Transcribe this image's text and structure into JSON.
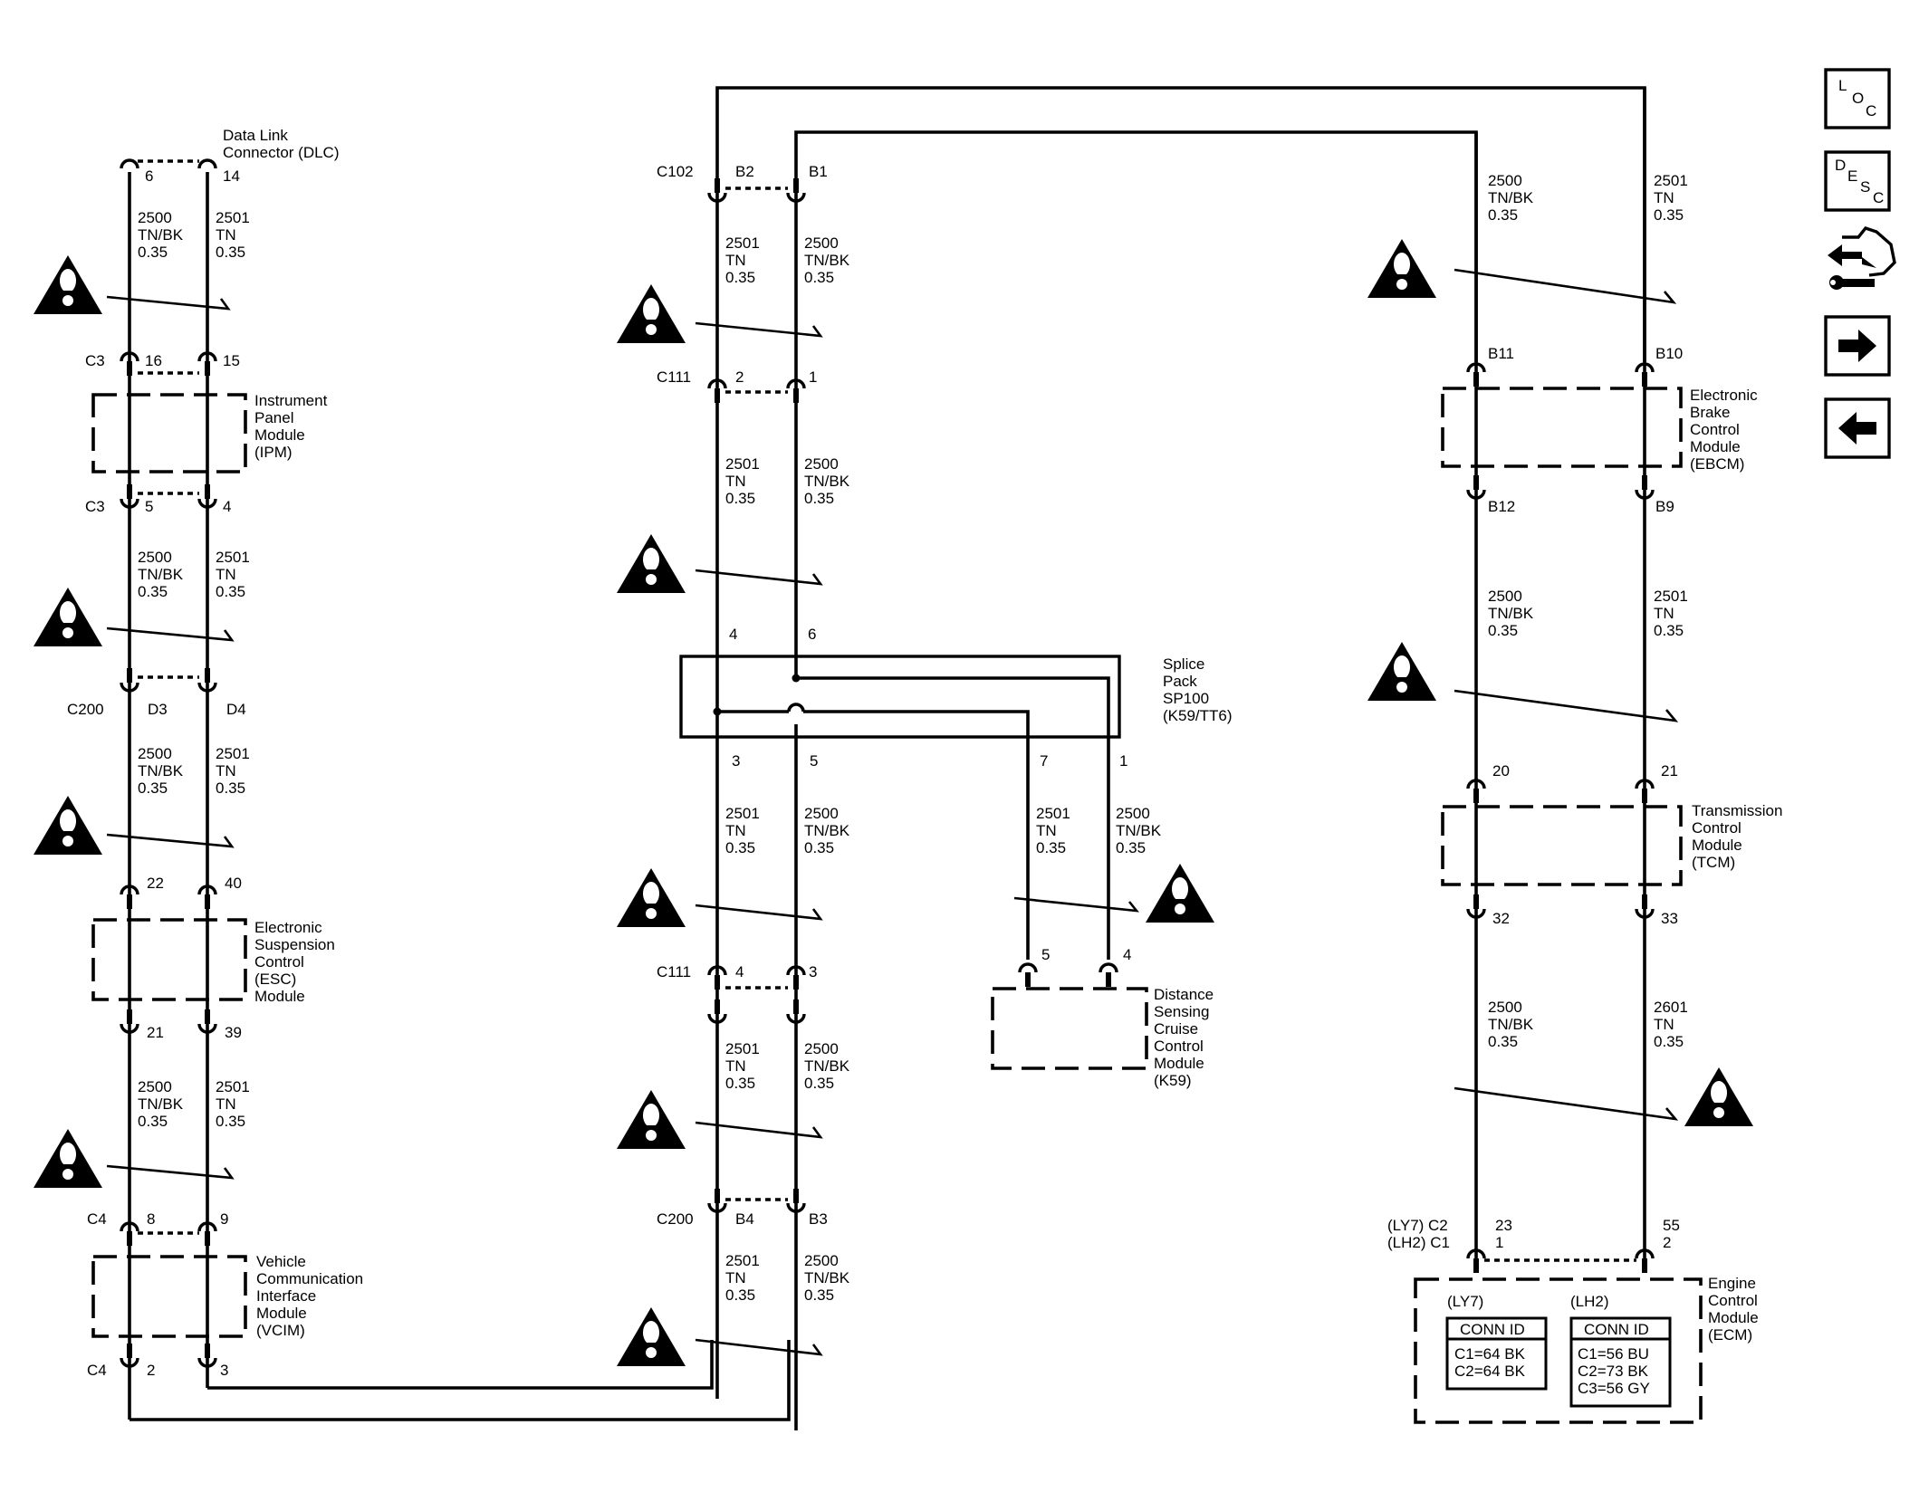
{
  "dlc": {
    "name": [
      "Data Link",
      "Connector (DLC)"
    ],
    "pin_a": "6",
    "pin_b": "14"
  },
  "w": {
    "tnbk": [
      "2500",
      "TN/BK",
      "0.35"
    ],
    "tn": [
      "2501",
      "TN",
      "0.35"
    ],
    "tn_alt": [
      "2601",
      "TN",
      "0.35"
    ]
  },
  "ipm": {
    "name": [
      "Instrument",
      "Panel",
      "Module",
      "(IPM)"
    ],
    "top": {
      "conn": "C3",
      "a": "16",
      "b": "15"
    },
    "bot": {
      "conn": "C3",
      "a": "5",
      "b": "4"
    }
  },
  "c200_left": {
    "conn": "C200",
    "a": "D3",
    "b": "D4"
  },
  "esc": {
    "name": [
      "Electronic",
      "Suspension",
      "Control",
      "(ESC)",
      "Module"
    ],
    "top": {
      "a": "22",
      "b": "40"
    },
    "bot": {
      "a": "21",
      "b": "39"
    }
  },
  "vcim": {
    "name": [
      "Vehicle",
      "Communication",
      "Interface",
      "Module",
      "(VCIM)"
    ],
    "top": {
      "conn": "C4",
      "a": "8",
      "b": "9"
    },
    "bot": {
      "conn": "C4",
      "a": "2",
      "b": "3"
    }
  },
  "c102": {
    "conn": "C102",
    "a": "B2",
    "b": "B1"
  },
  "c111_top": {
    "conn": "C111",
    "a": "2",
    "b": "1"
  },
  "splice": {
    "name": [
      "Splice",
      "Pack",
      "SP100",
      "(K59/TT6)"
    ],
    "pins_top": [
      "4",
      "6"
    ],
    "pins_bot": [
      "3",
      "5",
      "7",
      "1"
    ]
  },
  "c111_bot": {
    "conn": "C111",
    "a": "4",
    "b": "3"
  },
  "c200_mid": {
    "conn": "C200",
    "a": "B4",
    "b": "B3"
  },
  "dscc": {
    "name": [
      "Distance",
      "Sensing",
      "Cruise",
      "Control",
      "Module",
      "(K59)"
    ],
    "a": "5",
    "b": "4"
  },
  "ebcm": {
    "name": [
      "Electronic",
      "Brake",
      "Control",
      "Module",
      "(EBCM)"
    ],
    "top": {
      "a": "B11",
      "b": "B10"
    },
    "bot": {
      "a": "B12",
      "b": "B9"
    }
  },
  "tcm": {
    "name": [
      "Transmission",
      "Control",
      "Module",
      "(TCM)"
    ],
    "top": {
      "a": "20",
      "b": "21"
    },
    "bot": {
      "a": "32",
      "b": "33"
    }
  },
  "ecm": {
    "name": [
      "Engine",
      "Control",
      "Module",
      "(ECM)"
    ],
    "conn_ly7": "(LY7) C2",
    "conn_lh2": "(LH2) C1",
    "pin_a_ly7": "23",
    "pin_a_lh2": "1",
    "pin_b_ly7": "55",
    "pin_b_lh2": "2",
    "ly7": {
      "head": "(LY7)",
      "title": "CONN ID",
      "rows": [
        "C1=64 BK",
        "C2=64 BK"
      ]
    },
    "lh2": {
      "head": "(LH2)",
      "title": "CONN ID",
      "rows": [
        "C1=56 BU",
        "C2=73 BK",
        "C3=56 GY"
      ]
    }
  },
  "nav": {
    "loc": [
      "L",
      "O",
      "C"
    ],
    "desc": [
      "D",
      "E",
      "S",
      "C"
    ]
  }
}
